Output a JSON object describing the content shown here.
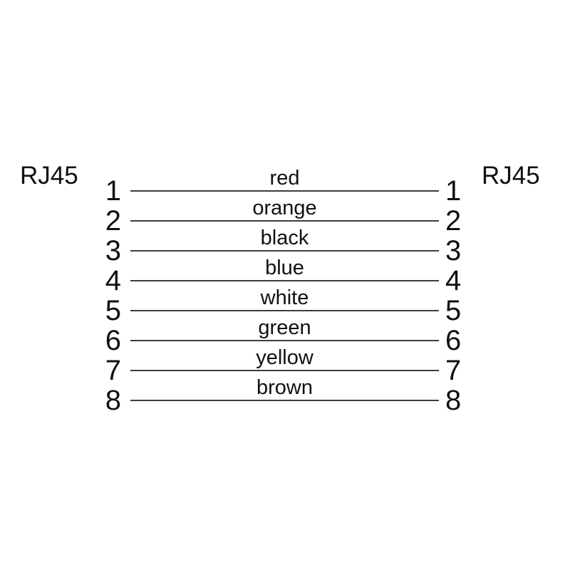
{
  "diagram": {
    "left_connector": "RJ45",
    "right_connector": "RJ45",
    "wires": [
      {
        "left_pin": "1",
        "right_pin": "1",
        "color_label": "red"
      },
      {
        "left_pin": "2",
        "right_pin": "2",
        "color_label": "orange"
      },
      {
        "left_pin": "3",
        "right_pin": "3",
        "color_label": "black"
      },
      {
        "left_pin": "4",
        "right_pin": "4",
        "color_label": "blue"
      },
      {
        "left_pin": "5",
        "right_pin": "5",
        "color_label": "white"
      },
      {
        "left_pin": "6",
        "right_pin": "6",
        "color_label": "green"
      },
      {
        "left_pin": "7",
        "right_pin": "7",
        "color_label": "yellow"
      },
      {
        "left_pin": "8",
        "right_pin": "8",
        "color_label": "brown"
      }
    ],
    "line_color": "#3d3d3d",
    "text_color": "#111111",
    "background_color": "#ffffff"
  }
}
